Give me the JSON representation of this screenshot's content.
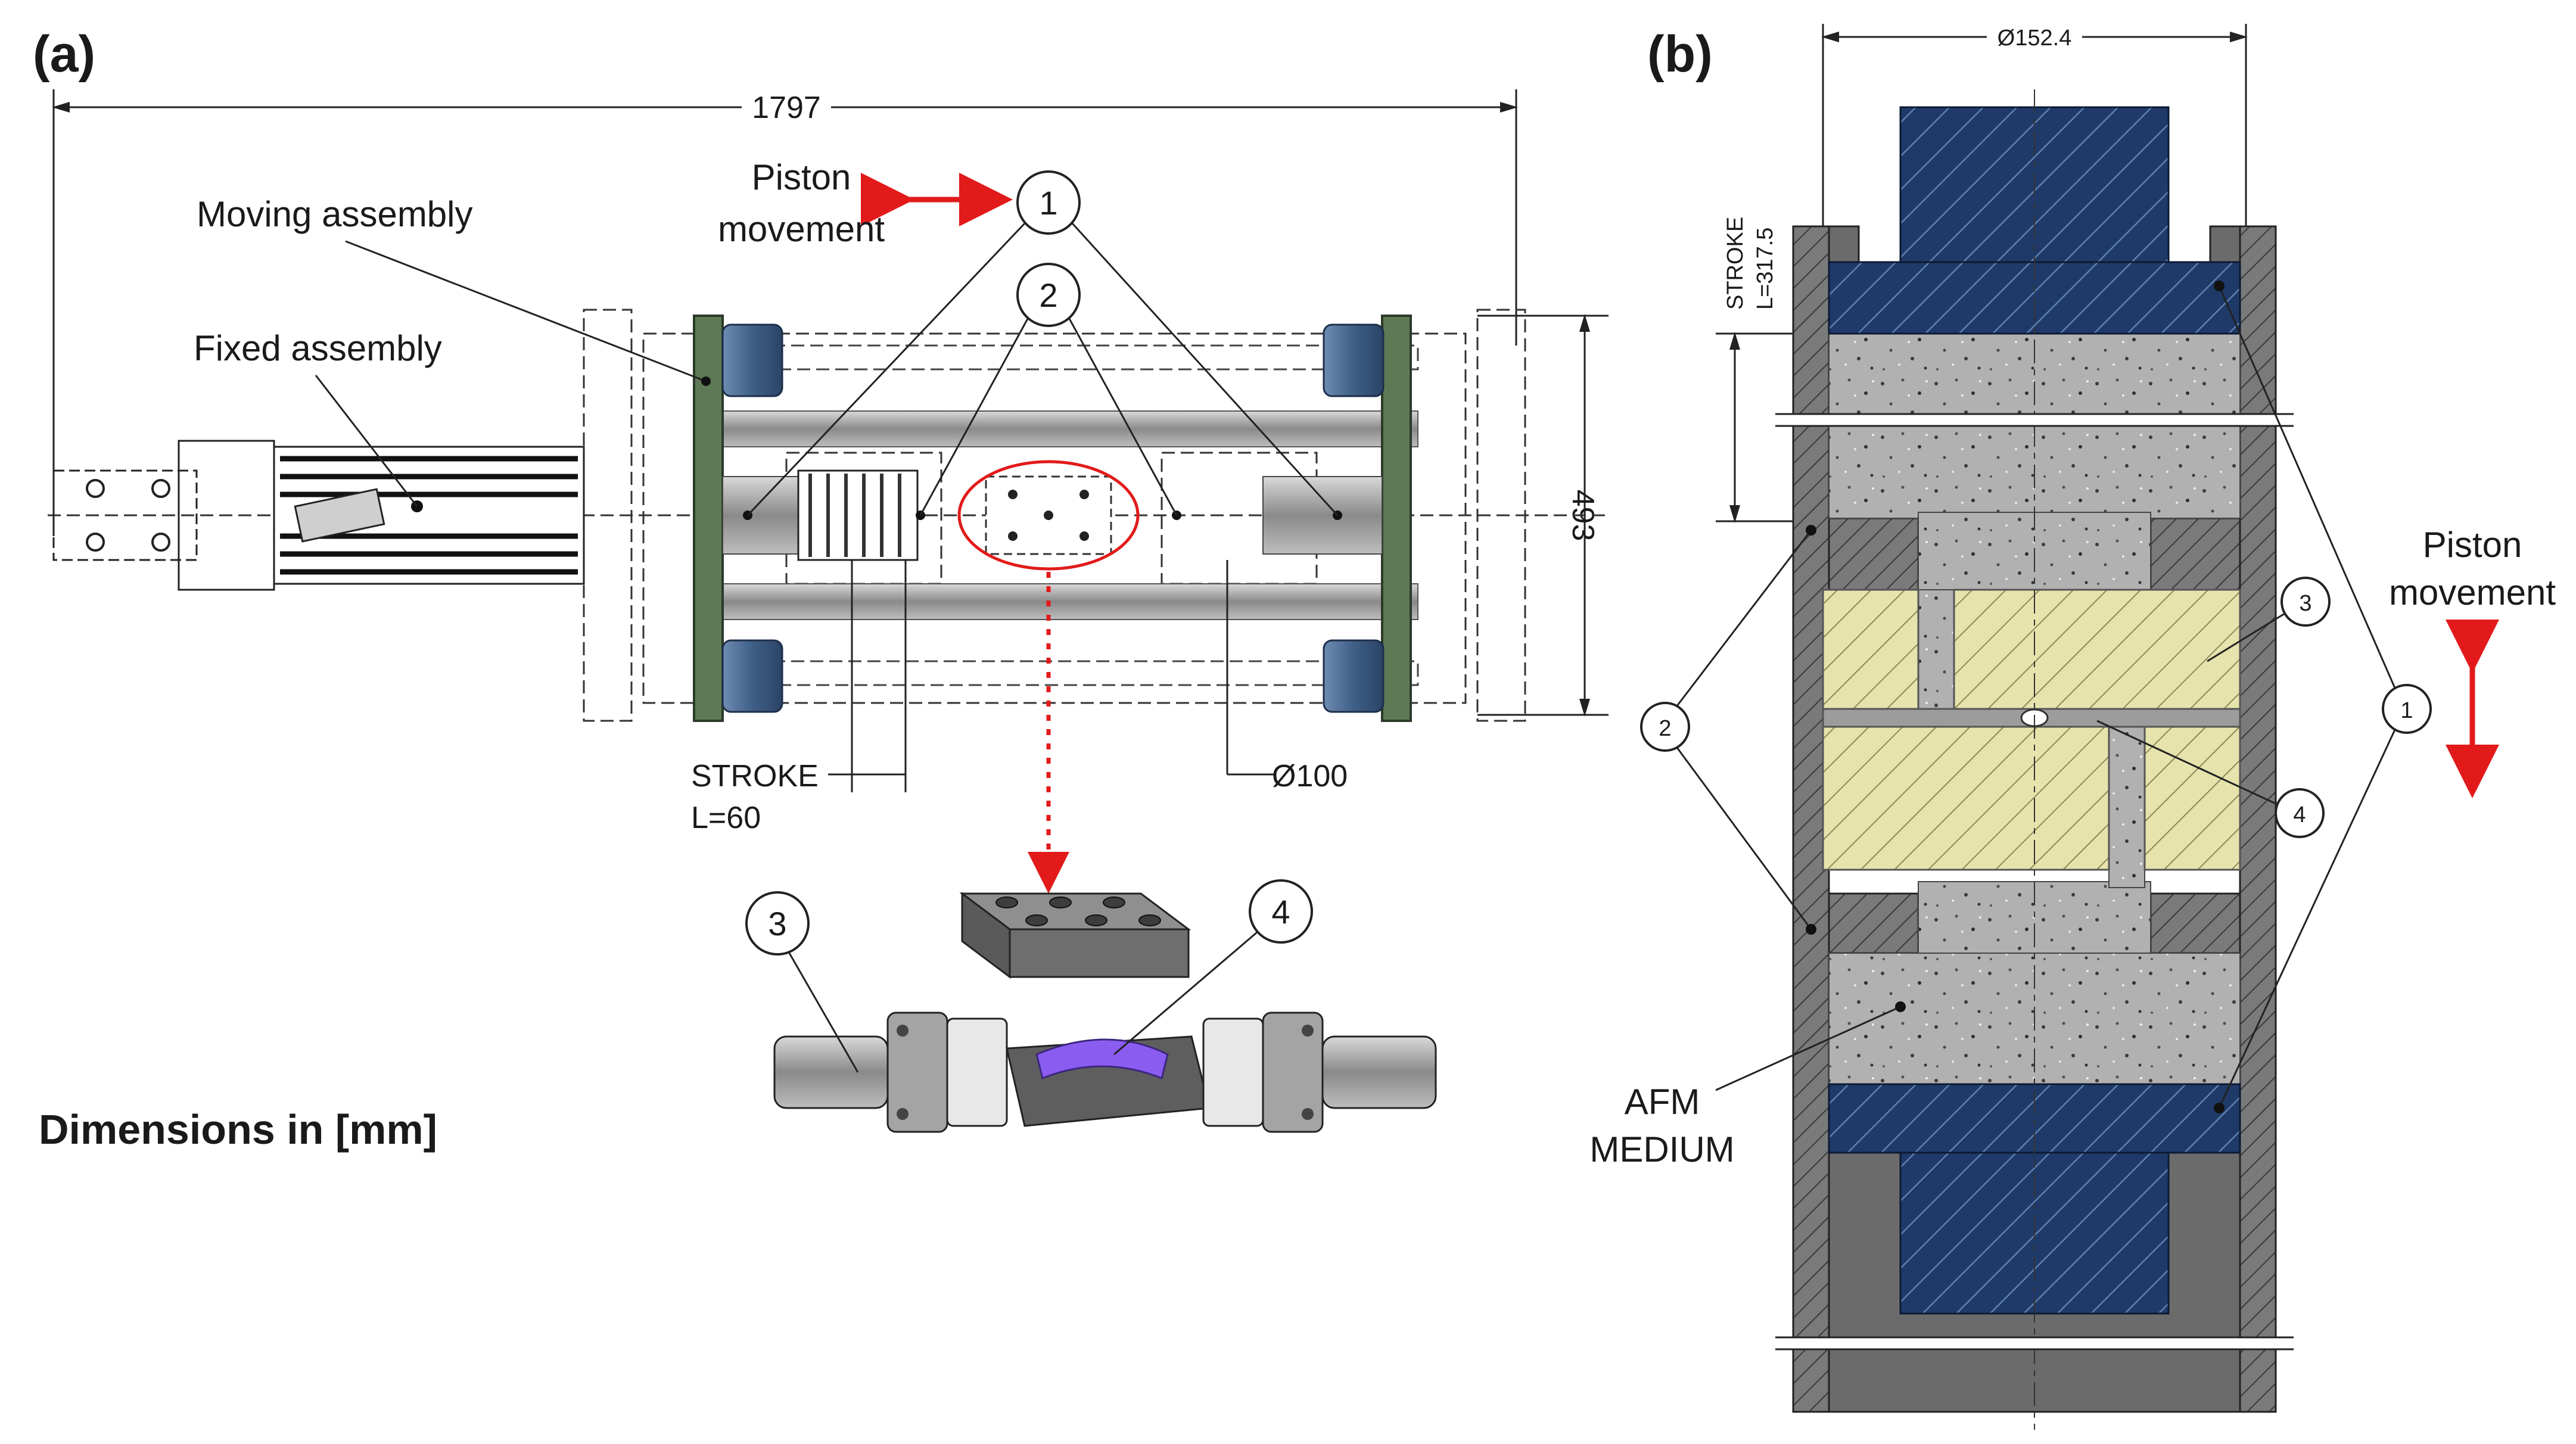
{
  "panels": {
    "a": "(a)",
    "b": "(b)"
  },
  "colors": {
    "frame_green": "#5e7a55",
    "cap_blue": "#3f5f86",
    "piston_blue": "#1f3a68",
    "die_yellow": "#e6e3ad",
    "media_grey": "#a9a9a9",
    "wall_grey": "#6b6b6b",
    "arrow_red": "#e21a1a",
    "part_purple": "#8a5cf0"
  },
  "panel_a": {
    "overall_length": "1797",
    "height_dim": "493",
    "diameter": "Ø100",
    "stroke_line1": "STROKE",
    "stroke_line2": "L=60",
    "piston_line1": "Piston",
    "piston_line2": "movement",
    "moving_assembly": "Moving assembly",
    "fixed_assembly": "Fixed assembly",
    "dimensions_note": "Dimensions in [mm]",
    "callouts": [
      "1",
      "2",
      "3",
      "4"
    ]
  },
  "panel_b": {
    "diameter": "Ø152.4",
    "stroke_line1": "STROKE",
    "stroke_line2": "L=317.5",
    "piston_line1": "Piston",
    "piston_line2": "movement",
    "medium_line1": "AFM",
    "medium_line2": "MEDIUM",
    "callouts": [
      "1",
      "2",
      "3",
      "4"
    ]
  }
}
